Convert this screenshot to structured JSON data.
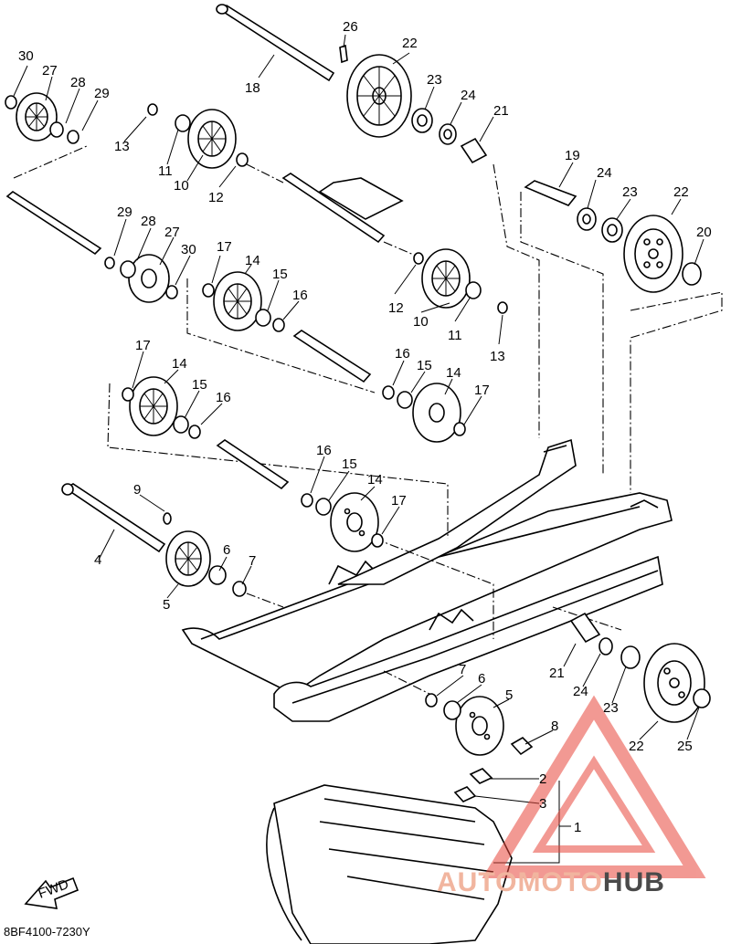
{
  "diagram": {
    "drawing_number": "8BF4100-7230Y",
    "fwd_label": "FWD",
    "watermark": {
      "brand_left": "AUTOMOTO",
      "brand_right": "HUB",
      "logo_color": "#e8473c",
      "text_light": "#f1b59f",
      "text_dark": "#4a4a4a"
    },
    "callouts": [
      {
        "id": "c1",
        "label": "1"
      },
      {
        "id": "c2",
        "label": "2"
      },
      {
        "id": "c3",
        "label": "3"
      },
      {
        "id": "c4",
        "label": "4"
      },
      {
        "id": "c5a",
        "label": "5"
      },
      {
        "id": "c5b",
        "label": "5"
      },
      {
        "id": "c6a",
        "label": "6"
      },
      {
        "id": "c6b",
        "label": "6"
      },
      {
        "id": "c7a",
        "label": "7"
      },
      {
        "id": "c7b",
        "label": "7"
      },
      {
        "id": "c8",
        "label": "8"
      },
      {
        "id": "c9",
        "label": "9"
      },
      {
        "id": "c10a",
        "label": "10"
      },
      {
        "id": "c10b",
        "label": "10"
      },
      {
        "id": "c11a",
        "label": "11"
      },
      {
        "id": "c11b",
        "label": "11"
      },
      {
        "id": "c12a",
        "label": "12"
      },
      {
        "id": "c12b",
        "label": "12"
      },
      {
        "id": "c13a",
        "label": "13"
      },
      {
        "id": "c13b",
        "label": "13"
      },
      {
        "id": "c14a",
        "label": "14"
      },
      {
        "id": "c14b",
        "label": "14"
      },
      {
        "id": "c14c",
        "label": "14"
      },
      {
        "id": "c14d",
        "label": "14"
      },
      {
        "id": "c15a",
        "label": "15"
      },
      {
        "id": "c15b",
        "label": "15"
      },
      {
        "id": "c15c",
        "label": "15"
      },
      {
        "id": "c15d",
        "label": "15"
      },
      {
        "id": "c16a",
        "label": "16"
      },
      {
        "id": "c16b",
        "label": "16"
      },
      {
        "id": "c16c",
        "label": "16"
      },
      {
        "id": "c16d",
        "label": "16"
      },
      {
        "id": "c17a",
        "label": "17"
      },
      {
        "id": "c17b",
        "label": "17"
      },
      {
        "id": "c17c",
        "label": "17"
      },
      {
        "id": "c17d",
        "label": "17"
      },
      {
        "id": "c18",
        "label": "18"
      },
      {
        "id": "c19",
        "label": "19"
      },
      {
        "id": "c20",
        "label": "20"
      },
      {
        "id": "c21a",
        "label": "21"
      },
      {
        "id": "c21b",
        "label": "21"
      },
      {
        "id": "c22a",
        "label": "22"
      },
      {
        "id": "c22b",
        "label": "22"
      },
      {
        "id": "c22c",
        "label": "22"
      },
      {
        "id": "c23a",
        "label": "23"
      },
      {
        "id": "c23b",
        "label": "23"
      },
      {
        "id": "c23c",
        "label": "23"
      },
      {
        "id": "c24a",
        "label": "24"
      },
      {
        "id": "c24b",
        "label": "24"
      },
      {
        "id": "c24c",
        "label": "24"
      },
      {
        "id": "c25",
        "label": "25"
      },
      {
        "id": "c26",
        "label": "26"
      },
      {
        "id": "c27a",
        "label": "27"
      },
      {
        "id": "c27b",
        "label": "27"
      },
      {
        "id": "c28a",
        "label": "28"
      },
      {
        "id": "c28b",
        "label": "28"
      },
      {
        "id": "c29a",
        "label": "29"
      },
      {
        "id": "c29b",
        "label": "29"
      },
      {
        "id": "c30a",
        "label": "30"
      },
      {
        "id": "c30b",
        "label": "30"
      }
    ]
  }
}
